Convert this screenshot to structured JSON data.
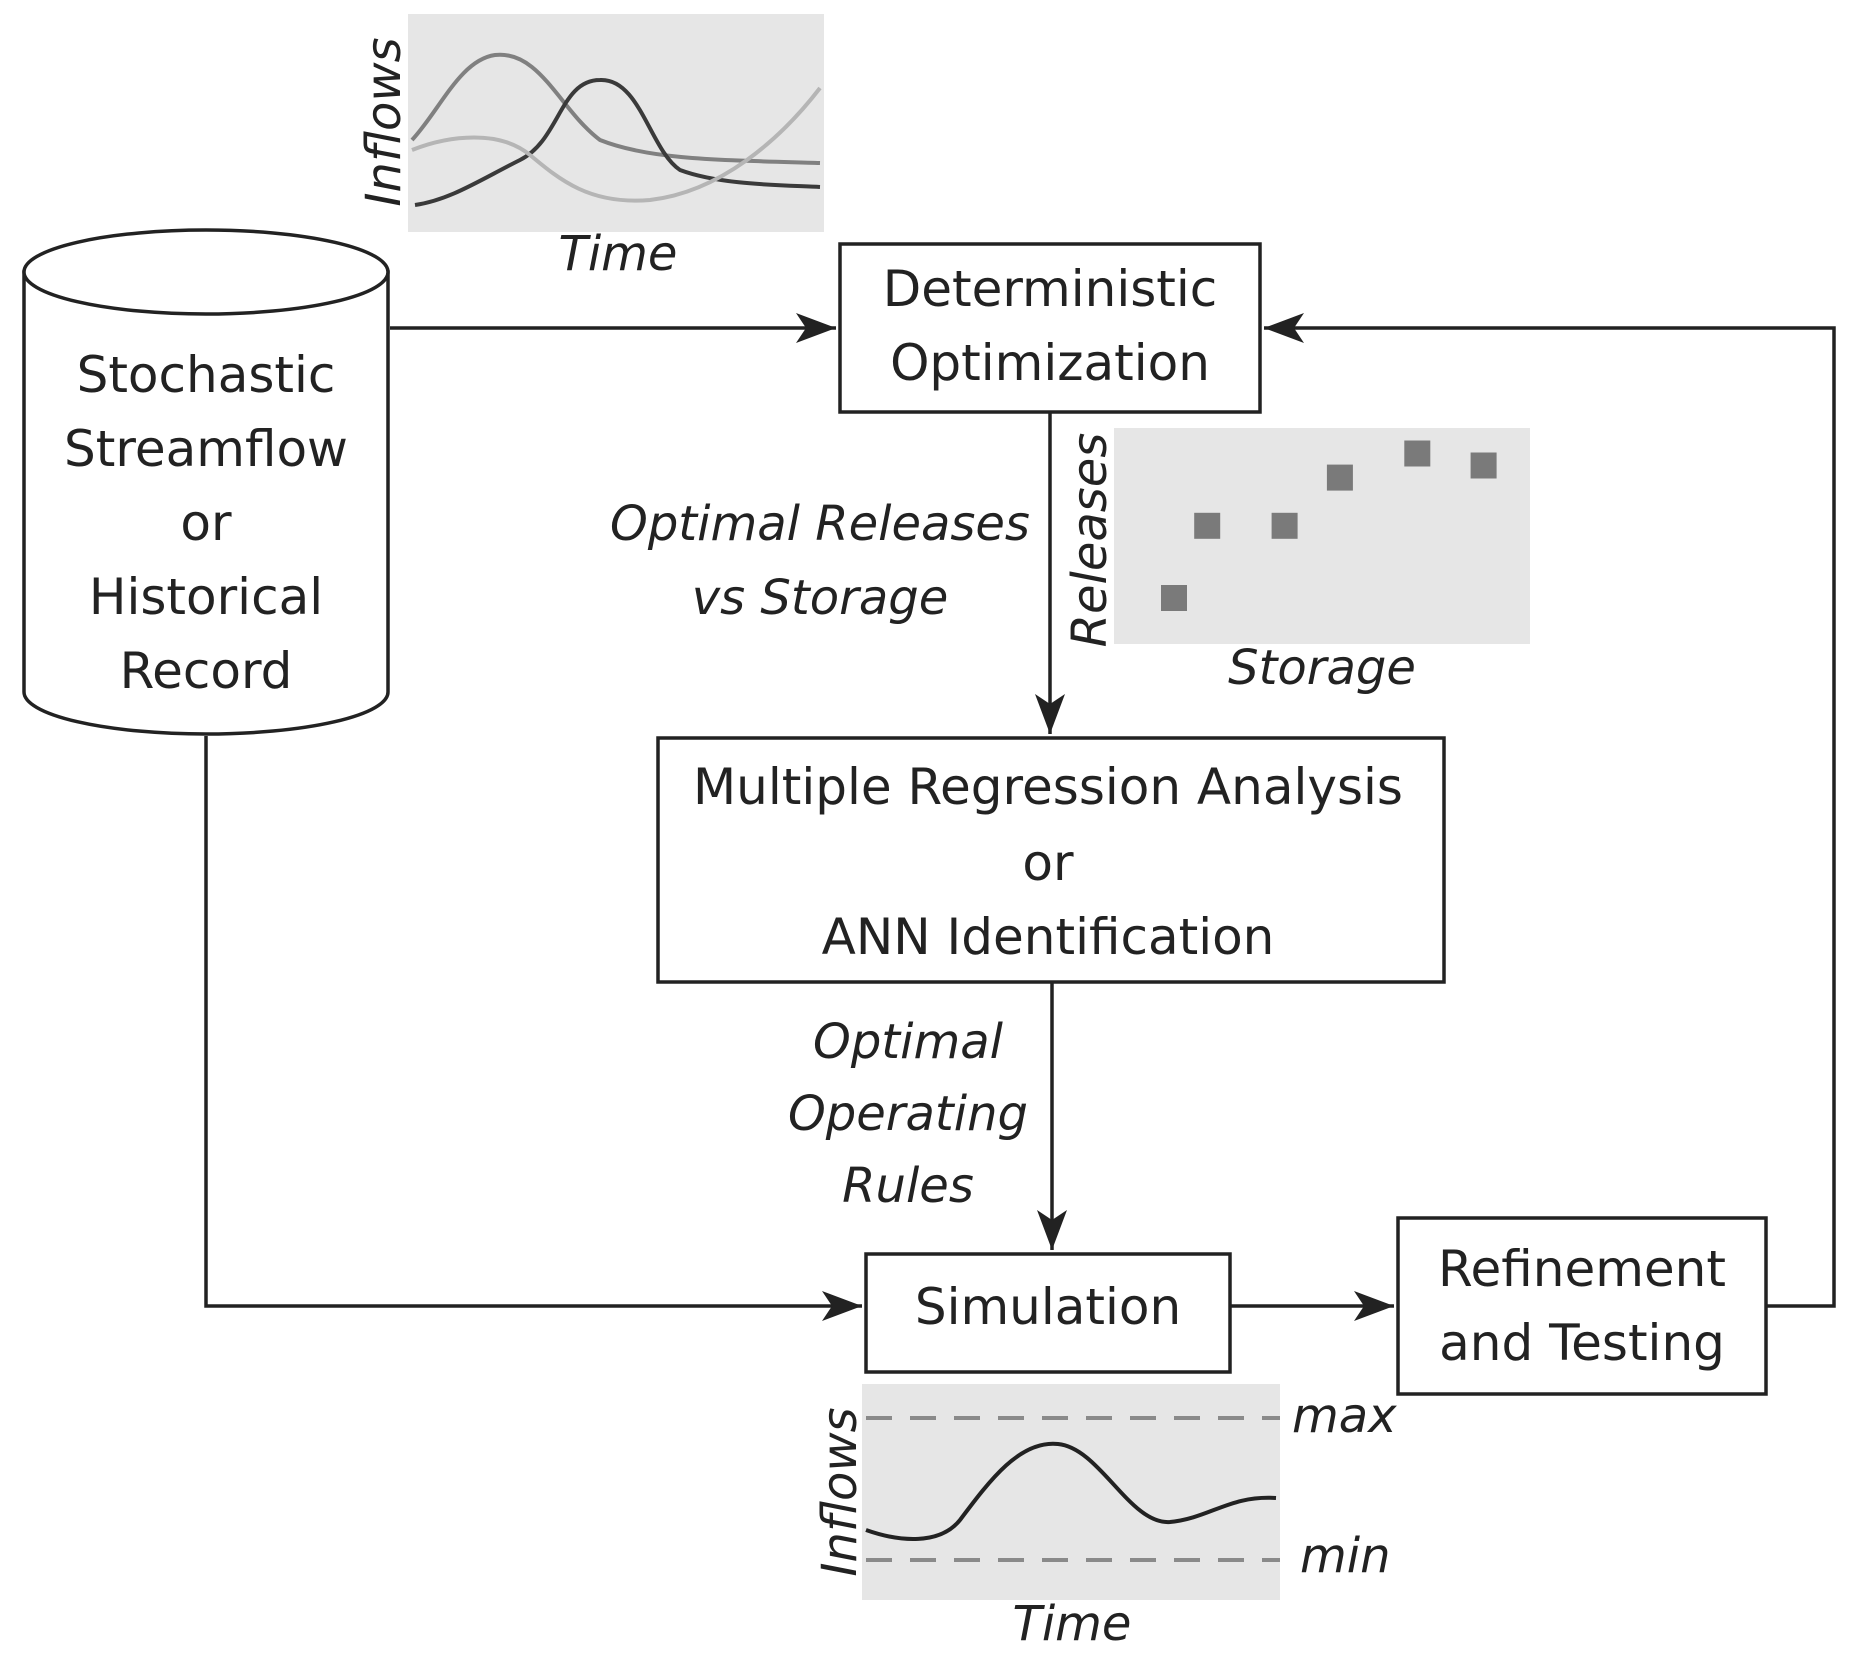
{
  "nodes": {
    "source": {
      "lines": [
        "Stochastic",
        "Streamflow",
        "or",
        "Historical",
        "Record"
      ]
    },
    "optimization": {
      "lines": [
        "Deterministic",
        "Optimization"
      ]
    },
    "regression": {
      "lines": [
        "Multiple Regression Analysis",
        "or",
        "ANN Identification"
      ]
    },
    "simulation": {
      "lines": [
        "Simulation"
      ]
    },
    "refinement": {
      "lines": [
        "Refinement",
        "and Testing"
      ]
    }
  },
  "edge_labels": {
    "optimal_releases": [
      "Optimal Releases",
      "vs Storage"
    ],
    "operating_rules": [
      "Optimal",
      "Operating",
      "Rules"
    ]
  },
  "inset_inflows": {
    "ylabel": "Inflows",
    "xlabel": "Time",
    "series_colors": [
      "#808080",
      "#3a3a3a",
      "#b5b5b5"
    ]
  },
  "inset_releases": {
    "ylabel": "Releases",
    "xlabel": "Storage",
    "point_color": "#7a7a7a",
    "points": [
      [
        1,
        1.0
      ],
      [
        1.6,
        2.8
      ],
      [
        3.0,
        2.8
      ],
      [
        4.0,
        4.0
      ],
      [
        5.4,
        4.6
      ],
      [
        6.6,
        4.3
      ]
    ]
  },
  "inset_simulation": {
    "ylabel": "Inflows",
    "xlabel": "Time",
    "max_label": "max",
    "min_label": "min"
  },
  "colors": {
    "ink": "#222222",
    "panel": "#e6e6e6"
  }
}
